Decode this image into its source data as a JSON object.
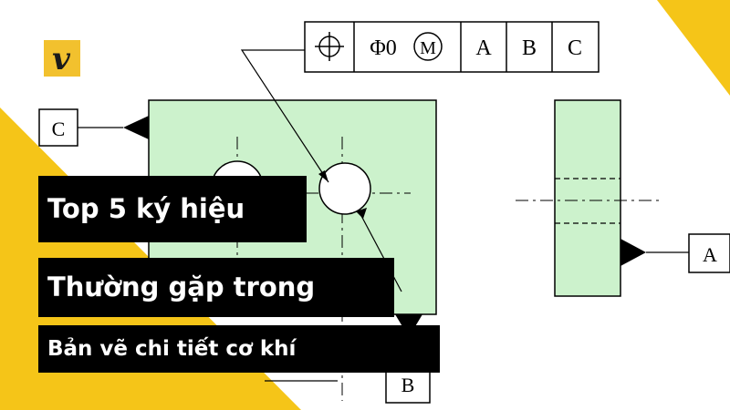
{
  "banner": {
    "title_line1": "Top 5 ký hiệu",
    "title_line2": "Thường gặp trong",
    "title_line3": "Bản vẽ chi tiết cơ khí"
  },
  "logo": {
    "letter": "v",
    "color": "#f2c12e"
  },
  "drawing": {
    "feature_frame": [
      "Φ0",
      "M",
      "A",
      "B",
      "C"
    ],
    "datum_c": "C",
    "datum_a": "A",
    "datum_b": "B",
    "symbol_icon": "position-icon",
    "part_fill": "#ccf2cc"
  },
  "colors": {
    "accent": "#f5c518",
    "label_bg": "#000000",
    "label_text": "#ffffff"
  }
}
